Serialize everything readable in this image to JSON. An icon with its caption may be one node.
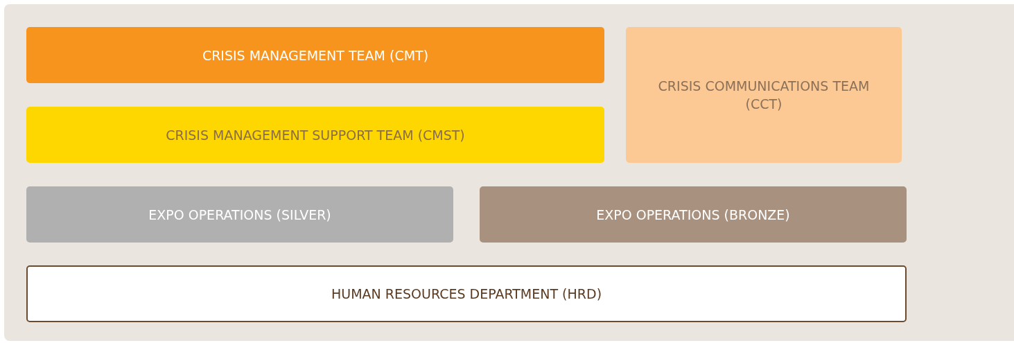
{
  "diagram": {
    "nodes": [
      {
        "text": [
          "CRISIS MANAGEMENT TEAM (CMT)"
        ]
      },
      {
        "text": [
          "CRISIS COMMUNICATIONS TEAM (CCT)"
        ]
      },
      {
        "text": [
          "CRISIS MANAGEMENT SUPPORT TEAM (CMST)"
        ]
      },
      {
        "text": [
          "EXPO OPERATIONS (SILVER)"
        ]
      },
      {
        "text": [
          "EXPO OPERATIONS (BRONZE)"
        ]
      },
      {
        "text": [
          "HUMAN RESOURCES DEPARTMENT (HRD)"
        ]
      }
    ]
  }
}
